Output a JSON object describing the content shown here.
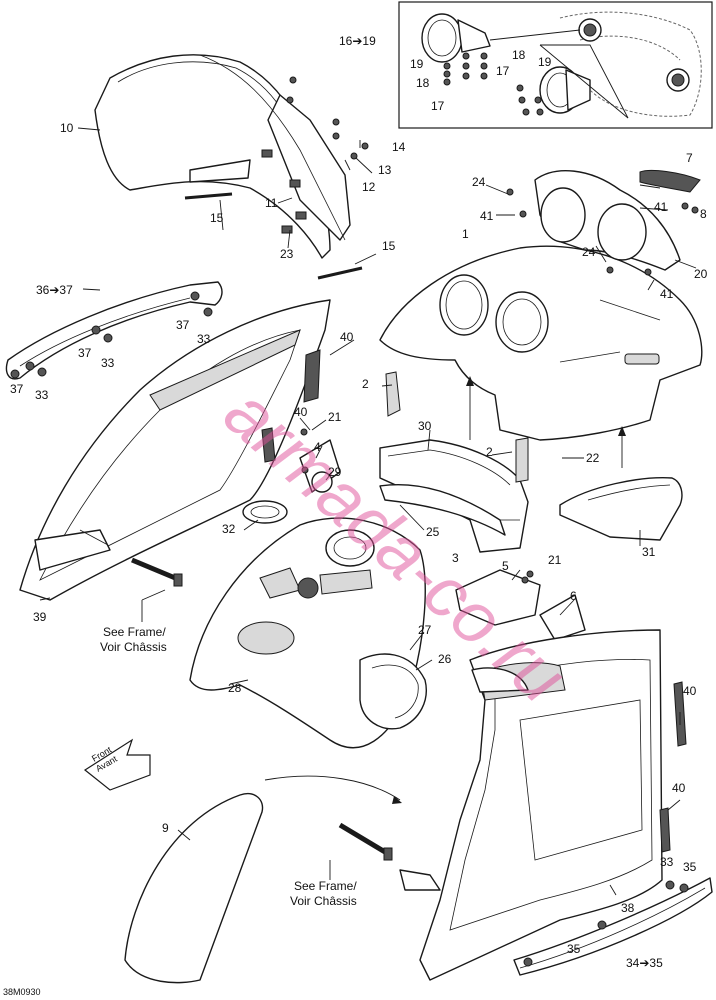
{
  "diagram": {
    "code": "38M0930",
    "watermark": "armada-co.ru",
    "front_label": {
      "line1": "Front",
      "line2": "Avant"
    },
    "see_frame": {
      "line1": "See Frame/",
      "line2": "Voir Châssis"
    },
    "labels": {
      "l1": "1",
      "l2a": "2",
      "l2b": "2",
      "l3": "3",
      "l4": "4",
      "l5": "5",
      "l6": "6",
      "l7": "7",
      "l8": "8",
      "l9": "9",
      "l10": "10",
      "l11": "11",
      "l12": "12",
      "l13": "13",
      "l14": "14",
      "l15a": "15",
      "l15b": "15",
      "l16": "16➔19",
      "l17a": "17",
      "l17b": "17",
      "l18a": "18",
      "l18b": "18",
      "l19a": "19",
      "l19b": "19",
      "l20": "20",
      "l21a": "21",
      "l21b": "21",
      "l22": "22",
      "l23": "23",
      "l24a": "24",
      "l24b": "24",
      "l25": "25",
      "l26": "26",
      "l27": "27",
      "l28": "28",
      "l29": "29",
      "l30": "30",
      "l31": "31",
      "l32": "32",
      "l33a": "33",
      "l33b": "33",
      "l33c": "33",
      "l33d": "33",
      "l34": "34➔35",
      "l35a": "35",
      "l35b": "35",
      "l36": "36➔37",
      "l37a": "37",
      "l37b": "37",
      "l37c": "37",
      "l38": "38",
      "l39": "39",
      "l40a": "40",
      "l40b": "40",
      "l40c": "40",
      "l40d": "40",
      "l41a": "41",
      "l41b": "41",
      "l41c": "41"
    }
  }
}
